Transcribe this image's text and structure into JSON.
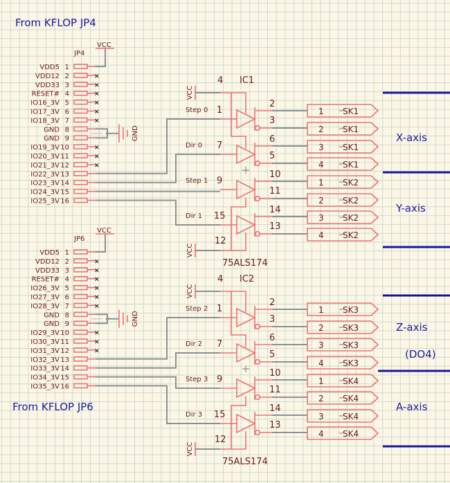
{
  "colors": {
    "background": "#fdf6e6",
    "grid": "#c7dccd",
    "component": "#ec7272",
    "wire": "#8a9091",
    "text": "#6b1a1a",
    "annotation": "#1a1aa0"
  },
  "titles": {
    "top": "From KFLOP JP4",
    "bottom": "From KFLOP JP6"
  },
  "headers": [
    {
      "ref": "JP4",
      "power_label": "VCC",
      "gnd_label": "GND",
      "pins": [
        {
          "name": "VDD5",
          "num": "1",
          "conn": "vcc"
        },
        {
          "name": "VDD12",
          "num": "2",
          "conn": "nc"
        },
        {
          "name": "VDD33",
          "num": "3",
          "conn": "nc"
        },
        {
          "name": "RESET#",
          "num": "4",
          "conn": "nc"
        },
        {
          "name": "IO16_3V",
          "num": "5",
          "conn": "nc"
        },
        {
          "name": "IO17_3V",
          "num": "6",
          "conn": "nc"
        },
        {
          "name": "IO18_3V",
          "num": "7",
          "conn": "nc"
        },
        {
          "name": "GND",
          "num": "8",
          "conn": "gnd"
        },
        {
          "name": "GND",
          "num": "9",
          "conn": "gnd"
        },
        {
          "name": "IO19_3V",
          "num": "10",
          "conn": "nc"
        },
        {
          "name": "IO20_3V",
          "num": "11",
          "conn": "nc"
        },
        {
          "name": "IO21_3V",
          "num": "12",
          "conn": "nc"
        },
        {
          "name": "IO22_3V",
          "num": "13",
          "conn": "wire"
        },
        {
          "name": "IO23_3V",
          "num": "14",
          "conn": "wire"
        },
        {
          "name": "IO24_3V",
          "num": "15",
          "conn": "wire"
        },
        {
          "name": "IO25_3V",
          "num": "16",
          "conn": "wire"
        }
      ]
    },
    {
      "ref": "JP6",
      "power_label": "VCC",
      "gnd_label": "GND",
      "pins": [
        {
          "name": "VDD5",
          "num": "1",
          "conn": "vcc"
        },
        {
          "name": "VDD12",
          "num": "2",
          "conn": "nc"
        },
        {
          "name": "VDD33",
          "num": "3",
          "conn": "nc"
        },
        {
          "name": "RESET#",
          "num": "4",
          "conn": "nc"
        },
        {
          "name": "IO26_3V",
          "num": "5",
          "conn": "nc"
        },
        {
          "name": "IO27_3V",
          "num": "6",
          "conn": "nc"
        },
        {
          "name": "IO28_3V",
          "num": "7",
          "conn": "nc"
        },
        {
          "name": "GND",
          "num": "8",
          "conn": "gnd"
        },
        {
          "name": "GND",
          "num": "9",
          "conn": "gnd"
        },
        {
          "name": "IO29_3V",
          "num": "10",
          "conn": "nc"
        },
        {
          "name": "IO30_3V",
          "num": "11",
          "conn": "nc"
        },
        {
          "name": "IO31_3V",
          "num": "12",
          "conn": "nc"
        },
        {
          "name": "IO32_3V",
          "num": "13",
          "conn": "wire"
        },
        {
          "name": "IO33_3V",
          "num": "14",
          "conn": "wire"
        },
        {
          "name": "IO34_3V",
          "num": "15",
          "conn": "wire"
        },
        {
          "name": "IO35_3V",
          "num": "16",
          "conn": "wire"
        }
      ]
    }
  ],
  "ics": [
    {
      "ref": "IC1",
      "part": "75ALS174",
      "vcc_label": "VCC",
      "vcc_pin_top": "4",
      "vcc_pin_bottom": "12",
      "gates": [
        {
          "signal": "Step 0",
          "in_pin": "1",
          "out_pins": [
            "2",
            "3"
          ]
        },
        {
          "signal": "Dir 0",
          "in_pin": "7",
          "out_pins": [
            "6",
            "5"
          ]
        },
        {
          "signal": "Step 1",
          "in_pin": "9",
          "out_pins": [
            "10",
            "11"
          ]
        },
        {
          "signal": "Dir 1",
          "in_pin": "15",
          "out_pins": [
            "14",
            "13"
          ]
        }
      ]
    },
    {
      "ref": "IC2",
      "part": "75ALS174",
      "vcc_label": "VCC",
      "vcc_pin_top": "4",
      "vcc_pin_bottom": "12",
      "gates": [
        {
          "signal": "Step 2",
          "in_pin": "1",
          "out_pins": [
            "2",
            "3"
          ]
        },
        {
          "signal": "Dir 2",
          "in_pin": "7",
          "out_pins": [
            "6",
            "5"
          ]
        },
        {
          "signal": "Step 3",
          "in_pin": "9",
          "out_pins": [
            "10",
            "11"
          ]
        },
        {
          "signal": "Dir 3",
          "in_pin": "15",
          "out_pins": [
            "14",
            "13"
          ]
        }
      ]
    }
  ],
  "connectors": [
    {
      "num": "1",
      "name": "SK1"
    },
    {
      "num": "2",
      "name": "SK1"
    },
    {
      "num": "3",
      "name": "SK1"
    },
    {
      "num": "4",
      "name": "SK1"
    },
    {
      "num": "1",
      "name": "SK2"
    },
    {
      "num": "2",
      "name": "SK2"
    },
    {
      "num": "3",
      "name": "SK2"
    },
    {
      "num": "4",
      "name": "SK2"
    },
    {
      "num": "1",
      "name": "SK3"
    },
    {
      "num": "2",
      "name": "SK3"
    },
    {
      "num": "3",
      "name": "SK3"
    },
    {
      "num": "4",
      "name": "SK3"
    },
    {
      "num": "1",
      "name": "SK4"
    },
    {
      "num": "2",
      "name": "SK4"
    },
    {
      "num": "3",
      "name": "SK4"
    },
    {
      "num": "4",
      "name": "SK4"
    }
  ],
  "axes": [
    {
      "label": "X-axis",
      "sub": ""
    },
    {
      "label": "Y-axis",
      "sub": ""
    },
    {
      "label": "Z-axis",
      "sub": "(DO4)"
    },
    {
      "label": "A-axis",
      "sub": ""
    }
  ],
  "nc_marker": "×"
}
